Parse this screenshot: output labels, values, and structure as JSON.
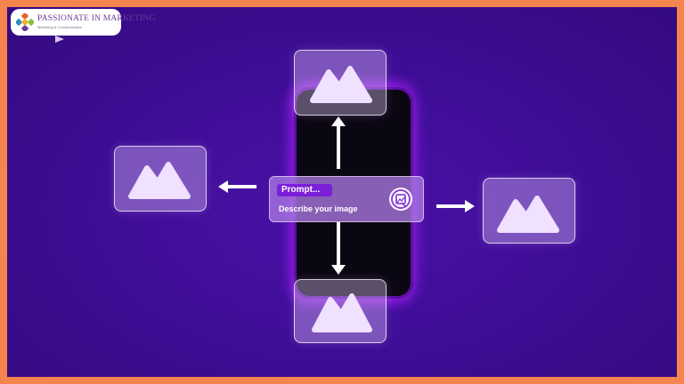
{
  "watermark": {
    "title": "PASSIONATE IN MARKETING",
    "subtitle": "Marketing & Communication"
  },
  "prompt_box": {
    "label": "Prompt...",
    "placeholder": "Describe your image"
  },
  "image_cards": [
    {
      "name": "top"
    },
    {
      "name": "left"
    },
    {
      "name": "right"
    },
    {
      "name": "bottom"
    }
  ],
  "colors": {
    "frame": "#f6844e",
    "background": "#3d0d93",
    "phone_glow": "#8a17d8",
    "prompt_pill": "#7b1fd8"
  }
}
